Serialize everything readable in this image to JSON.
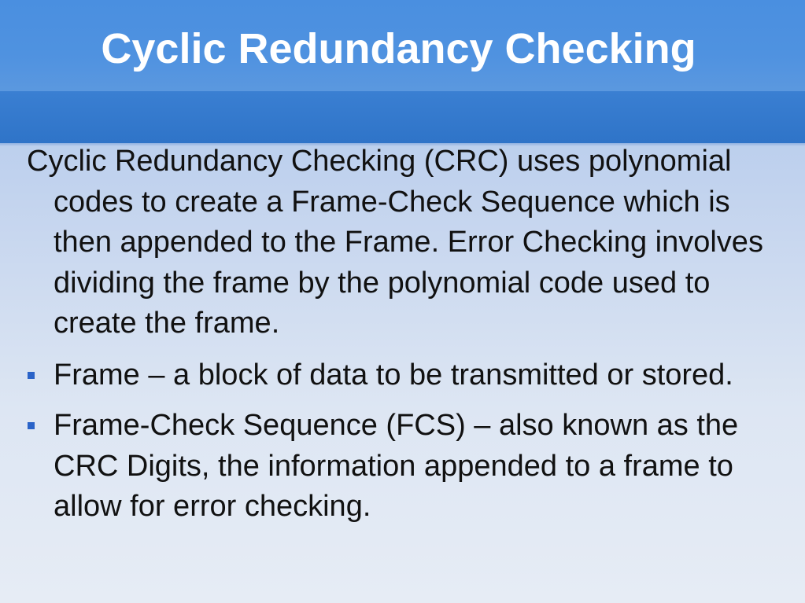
{
  "slide": {
    "title": "Cyclic Redundancy Checking",
    "intro": "Cyclic Redundancy Checking (CRC) uses polynomial codes to create a Frame-Check Sequence which is then appended to the Frame. Error Checking involves dividing the frame by the polynomial code used to create the frame.",
    "bullets": [
      {
        "text": "Frame – a block of data to be transmitted or stored."
      },
      {
        "text": "Frame-Check Sequence (FCS) – also known as the CRC Digits, the information appended to a frame to allow for error checking."
      }
    ]
  },
  "colors": {
    "title_band": "#4a8fe0",
    "title_band_lower": "#2f74c8",
    "bullet_marker": "#2a63c8",
    "title_text": "#ffffff",
    "body_text": "#111111"
  }
}
